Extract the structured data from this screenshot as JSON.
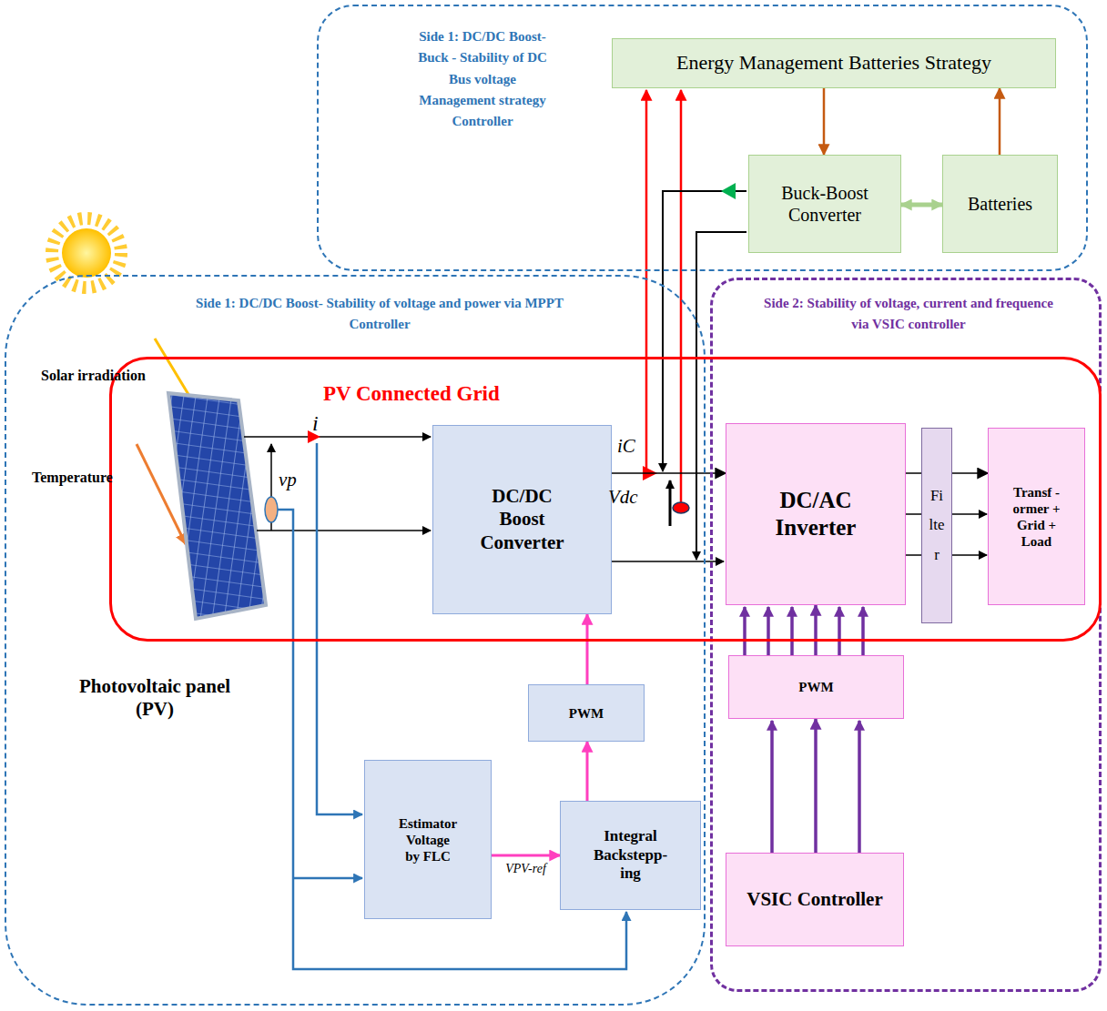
{
  "diagram": {
    "nodes": [
      {
        "text": [
          "Side 1: DC/DC Boost-Buck - Stability of DC Bus voltage Management strategy Controller"
        ]
      },
      {
        "text": [
          "Energy Management Batteries Strategy"
        ],
        "in": 0
      },
      {
        "text": [
          "Buck-Boost Converter"
        ],
        "in": 0
      },
      {
        "text": [
          "Batteries"
        ],
        "in": 0
      },
      {
        "text": [
          "Side 1: DC/DC Boost- Stability of voltage and power via MPPT Controller"
        ]
      },
      {
        "text": [
          "Side 2: Stability of voltage, current and frequence via VSIC controller"
        ]
      },
      {
        "text": [
          "PV Connected Grid"
        ]
      },
      {
        "text": [
          "DC/DC Boost Converter"
        ],
        "in": 6
      },
      {
        "text": [
          "DC/AC Inverter"
        ],
        "in": 6
      },
      {
        "text": [
          "Filter"
        ],
        "in": 6
      },
      {
        "text": [
          "Transf -ormer + Grid + Load"
        ],
        "in": 6
      },
      {
        "text": [
          "PWM"
        ],
        "in": 5
      },
      {
        "text": [
          "VSIC Controller"
        ],
        "in": 5
      },
      {
        "text": [
          "Estimator Voltage by FLC"
        ],
        "in": 4
      },
      {
        "text": [
          "PWM"
        ],
        "in": 4
      },
      {
        "text": [
          "Integral Backstepp- ing"
        ],
        "in": 4
      }
    ],
    "edges": [
      {
        "from": 1,
        "to": 2,
        "arrow": "to"
      },
      {
        "from": 3,
        "to": 1,
        "arrow": "to"
      },
      {
        "from": 2,
        "to": 3,
        "arrow": "both"
      },
      {
        "from": 7,
        "to": 8,
        "arrow": "to"
      },
      {
        "from": 8,
        "to": 9,
        "arrow": "none"
      },
      {
        "from": 9,
        "to": 10,
        "arrow": "to"
      },
      {
        "from": 13,
        "to": 15,
        "label": "VPV-ref",
        "arrow": "to"
      },
      {
        "from": 15,
        "to": 14,
        "arrow": "to"
      },
      {
        "from": 14,
        "to": 7,
        "arrow": "to"
      },
      {
        "from": 11,
        "to": 8,
        "arrow": "to"
      },
      {
        "from": 12,
        "to": 11,
        "arrow": "to"
      }
    ],
    "labels": [
      "Solar irradiation",
      "Temperature",
      "Photovoltaic panel (PV)",
      "i",
      "vp",
      "iC",
      "Vdc"
    ]
  }
}
